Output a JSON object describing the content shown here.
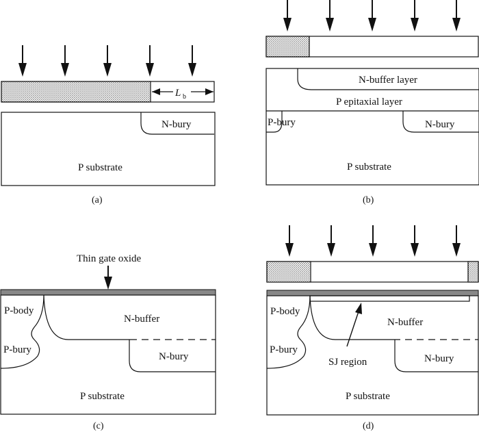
{
  "panels": {
    "a": {
      "caption": "(a)",
      "n_bury": "N-bury",
      "p_substrate": "P substrate",
      "lb_main": "L",
      "lb_sub": "b"
    },
    "b": {
      "caption": "(b)",
      "n_buffer_layer": "N-buffer layer",
      "p_epitaxial_layer": "P epitaxial layer",
      "p_bury": "P-bury",
      "n_bury": "N-bury",
      "p_substrate": "P substrate"
    },
    "c": {
      "caption": "(c)",
      "thin_gate_oxide": "Thin gate oxide",
      "p_body": "P-body",
      "n_buffer": "N-buffer",
      "p_bury": "P-bury",
      "n_bury": "N-bury",
      "p_substrate": "P substrate"
    },
    "d": {
      "caption": "(d)",
      "p_body": "P-body",
      "n_buffer": "N-buffer",
      "p_bury": "P-bury",
      "sj_region": "SJ region",
      "n_bury": "N-bury",
      "p_substrate": "P substrate"
    }
  },
  "colors": {
    "oxide": "#888888",
    "mask_dots": "#555555"
  }
}
